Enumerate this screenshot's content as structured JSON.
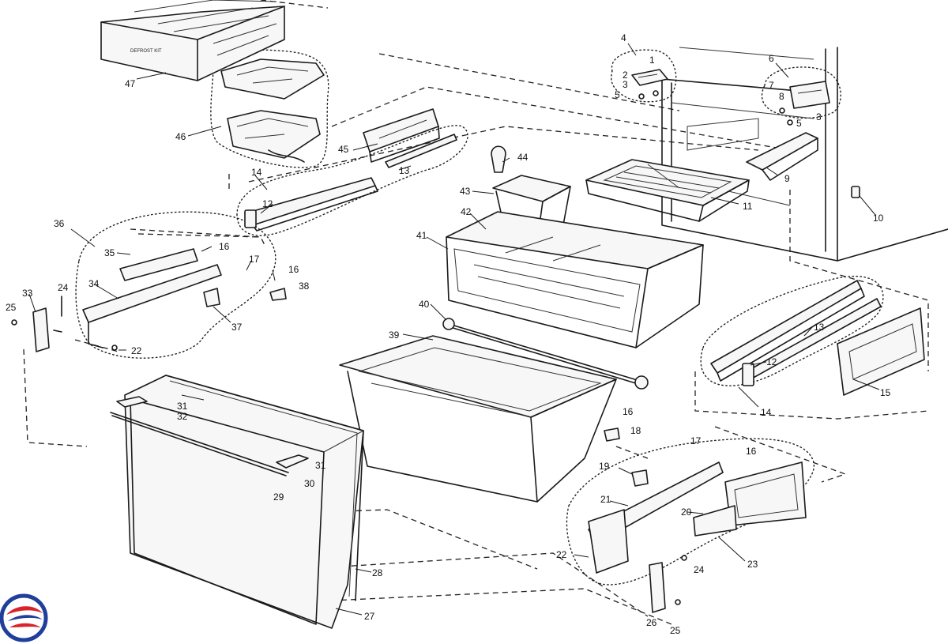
{
  "logo": {
    "name": "brand-logo",
    "colors": {
      "blue": "#1f3f9a",
      "red": "#d8232a"
    }
  },
  "engraving": {
    "bin_front": "DEFROST KIT"
  },
  "callouts": [
    {
      "id": "c1",
      "text": "1"
    },
    {
      "id": "c2",
      "text": "2"
    },
    {
      "id": "c3a",
      "text": "3"
    },
    {
      "id": "c3b",
      "text": "3"
    },
    {
      "id": "c4",
      "text": "4"
    },
    {
      "id": "c5a",
      "text": "5"
    },
    {
      "id": "c5b",
      "text": "5"
    },
    {
      "id": "c6",
      "text": "6"
    },
    {
      "id": "c7",
      "text": "7"
    },
    {
      "id": "c8",
      "text": "8"
    },
    {
      "id": "c9",
      "text": "9"
    },
    {
      "id": "c10",
      "text": "10"
    },
    {
      "id": "c11",
      "text": "11"
    },
    {
      "id": "c12a",
      "text": "12"
    },
    {
      "id": "c12b",
      "text": "12"
    },
    {
      "id": "c13a",
      "text": "13"
    },
    {
      "id": "c13b",
      "text": "13"
    },
    {
      "id": "c14a",
      "text": "14"
    },
    {
      "id": "c14b",
      "text": "14"
    },
    {
      "id": "c15",
      "text": "15"
    },
    {
      "id": "c16a",
      "text": "16"
    },
    {
      "id": "c16b",
      "text": "16"
    },
    {
      "id": "c16c",
      "text": "16"
    },
    {
      "id": "c16d",
      "text": "16"
    },
    {
      "id": "c17a",
      "text": "17"
    },
    {
      "id": "c17b",
      "text": "17"
    },
    {
      "id": "c18",
      "text": "18"
    },
    {
      "id": "c19",
      "text": "19"
    },
    {
      "id": "c20",
      "text": "20"
    },
    {
      "id": "c21",
      "text": "21"
    },
    {
      "id": "c22a",
      "text": "22"
    },
    {
      "id": "c22b",
      "text": "22"
    },
    {
      "id": "c23",
      "text": "23"
    },
    {
      "id": "c24a",
      "text": "24"
    },
    {
      "id": "c24b",
      "text": "24"
    },
    {
      "id": "c25a",
      "text": "25"
    },
    {
      "id": "c25b",
      "text": "25"
    },
    {
      "id": "c26",
      "text": "26"
    },
    {
      "id": "c27",
      "text": "27"
    },
    {
      "id": "c28",
      "text": "28"
    },
    {
      "id": "c29",
      "text": "29"
    },
    {
      "id": "c30",
      "text": "30"
    },
    {
      "id": "c31a",
      "text": "31"
    },
    {
      "id": "c31b",
      "text": "31"
    },
    {
      "id": "c32",
      "text": "32"
    },
    {
      "id": "c33",
      "text": "33"
    },
    {
      "id": "c34",
      "text": "34"
    },
    {
      "id": "c35",
      "text": "35"
    },
    {
      "id": "c36",
      "text": "36"
    },
    {
      "id": "c37",
      "text": "37"
    },
    {
      "id": "c38",
      "text": "38"
    },
    {
      "id": "c39",
      "text": "39"
    },
    {
      "id": "c40",
      "text": "40"
    },
    {
      "id": "c41",
      "text": "41"
    },
    {
      "id": "c42",
      "text": "42"
    },
    {
      "id": "c43",
      "text": "43"
    },
    {
      "id": "c44",
      "text": "44"
    },
    {
      "id": "c45",
      "text": "45"
    },
    {
      "id": "c46",
      "text": "46"
    },
    {
      "id": "c47",
      "text": "47"
    }
  ]
}
